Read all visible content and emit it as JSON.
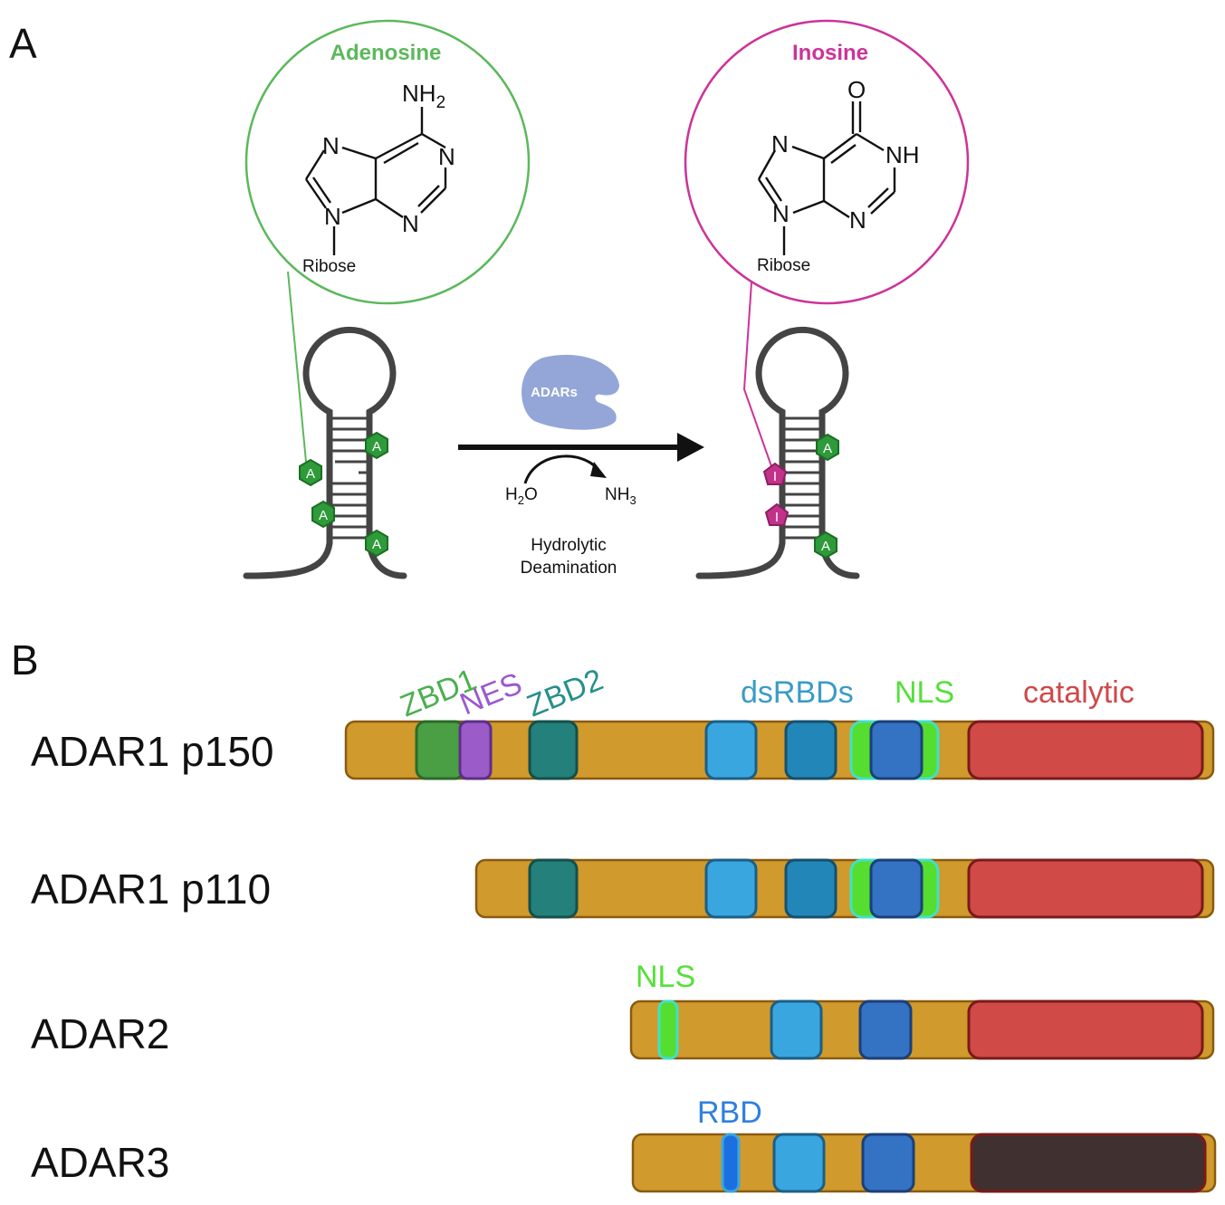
{
  "panel_a": {
    "label": "A",
    "adenosine": {
      "title": "Adenosine",
      "color": "#5cb85c",
      "amine": "NH",
      "amine_sub": "2",
      "n1": "N",
      "n3": "N",
      "n7": "N",
      "n9": "N",
      "ribose": "Ribose"
    },
    "inosine": {
      "title": "Inosine",
      "color": "#cc3399",
      "oxo": "O",
      "nh": "NH",
      "n3": "N",
      "n7": "N",
      "n9": "N",
      "ribose": "Ribose"
    },
    "enzyme": "ADARs",
    "water": "H",
    "water_sub": "2",
    "water_o": "O",
    "ammonia": "NH",
    "ammonia_sub": "3",
    "reaction_line1": "Hydrolytic",
    "reaction_line2": "Deamination",
    "base_a": "A",
    "base_i": "I"
  },
  "panel_b": {
    "label": "B",
    "domain_labels": [
      {
        "text": "ZBD1",
        "color": "#4caf50"
      },
      {
        "text": "NES",
        "color": "#9b59d0"
      },
      {
        "text": "ZBD2",
        "color": "#26908a"
      },
      {
        "text": "dsRBDs",
        "color": "#3a9bc8"
      },
      {
        "text": "NLS",
        "color": "#55e03a"
      },
      {
        "text": "catalytic",
        "color": "#d04848"
      },
      {
        "text": "NLS",
        "color": "#55e03a"
      },
      {
        "text": "RBD",
        "color": "#2f7fe0"
      }
    ],
    "proteins": [
      {
        "name": "ADAR1 p150"
      },
      {
        "name": "ADAR1 p110"
      },
      {
        "name": "ADAR2"
      },
      {
        "name": "ADAR3"
      }
    ],
    "colors": {
      "bar": "#d09a2c",
      "bar_edge": "#8a5a10",
      "zbd1": "#4a9e44",
      "nes": "#9b5bc8",
      "zbd2": "#23807a",
      "dsrbd_light": "#3aa6e0",
      "dsrbd_mid": "#2287b8",
      "dsrbd_dark": "#3472c4",
      "nls": "#55dd30",
      "catalytic": "#d04a48",
      "catalytic_inactive": "#403030",
      "rbd": "#1c6fe0"
    }
  }
}
